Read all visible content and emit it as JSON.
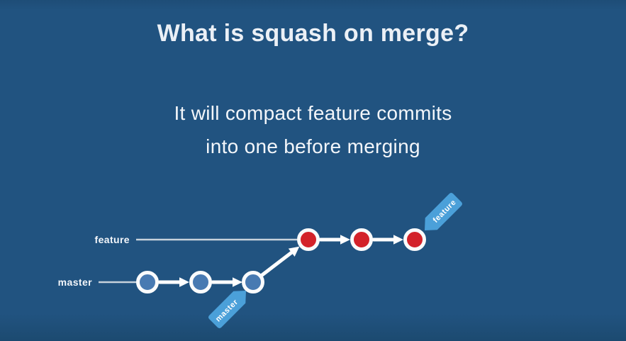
{
  "slide": {
    "title": "What is squash on merge?",
    "subtitle_lines": [
      "It will compact feature commits",
      "into one before merging"
    ]
  },
  "diagram": {
    "feature_branch": {
      "label": "feature",
      "tag_label": "feature",
      "commit_count": 3
    },
    "master_branch": {
      "label": "master",
      "tag_label": "master",
      "commit_count": 3
    }
  },
  "colors": {
    "background": "#215380",
    "heading_text": "#ebf0f6",
    "commit_master_fill": "#487ab2",
    "commit_feature_fill": "#d3222a",
    "tag_fill": "#4ba0d9",
    "connector": "#ffffff"
  }
}
